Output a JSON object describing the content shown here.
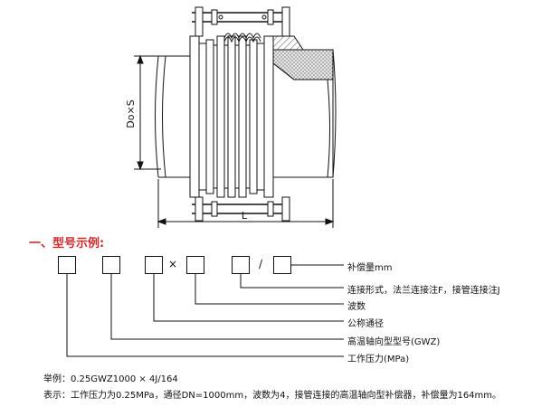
{
  "drawing": {
    "dimension_height_label": "Do×S",
    "dimension_length_label": "L"
  },
  "model": {
    "section_title": "一、型号示例:",
    "times_symbol": "×",
    "slash_symbol": "/",
    "legend": [
      "补偿量mm",
      "连接形式，法兰连接注F，接管连接注J",
      "波数",
      "公称通径",
      "高温轴向型型号(GWZ)",
      "工作压力(MPa)"
    ]
  },
  "example": {
    "line1": "举例：0.25GWZ1000 × 4J/164",
    "line2": "表示：工作压力为0.25MPa，通径DN=1000mm，波数为4，接管连接的高温轴向型补偿器，补偿量为164mm。"
  },
  "colors": {
    "title_red": "#d12a2a",
    "line": "#111111",
    "hatch": "#777777"
  }
}
